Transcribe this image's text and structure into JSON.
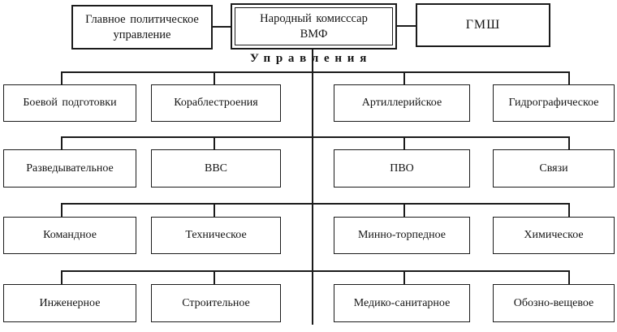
{
  "colors": {
    "background": "#ffffff",
    "line": "#1b1b1b",
    "text": "#151515"
  },
  "diagram": {
    "top": {
      "left": "Главное политическое управление",
      "center": "Народный комисссар ВМФ",
      "right": "ГМШ"
    },
    "units_label": "Управления",
    "rows": [
      [
        "Боевой подготовки",
        "Кораблестроения",
        "Артиллерийское",
        "Гидрографическое"
      ],
      [
        "Разведывательное",
        "ВВС",
        "ПВО",
        "Связи"
      ],
      [
        "Командное",
        "Техническое",
        "Минно-торпедное",
        "Химическое"
      ],
      [
        "Инженерное",
        "Строительное",
        "Медико-санитарное",
        "Обозно-вещевое"
      ]
    ]
  }
}
